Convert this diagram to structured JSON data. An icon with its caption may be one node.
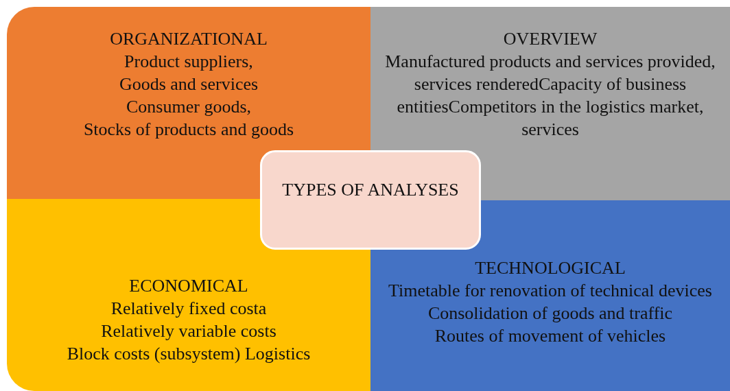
{
  "diagram": {
    "nodes": [
      {
        "text": [
          "ORGANIZATIONAL",
          "Product suppliers,",
          "Goods and services",
          "Consumer goods,",
          "Stocks of products and goods"
        ]
      },
      {
        "text": [
          "OVERVIEW",
          "Manufactured products and services provided, services renderedCapacity of business entitiesCompetitors in the logistics market, services"
        ]
      },
      {
        "text": [
          "ECONOMICAL",
          "Relatively fixed costa",
          "Relatively variable costs",
          "Block costs (subsystem) Logistics"
        ]
      },
      {
        "text": [
          "TECHNOLOGICAL",
          "Timetable for renovation of technical devices",
          "Consolidation of goods and traffic",
          "Routes of movement of vehicles"
        ]
      },
      {
        "text": [
          "TYPES OF ANALYSES"
        ]
      }
    ],
    "edges": []
  }
}
